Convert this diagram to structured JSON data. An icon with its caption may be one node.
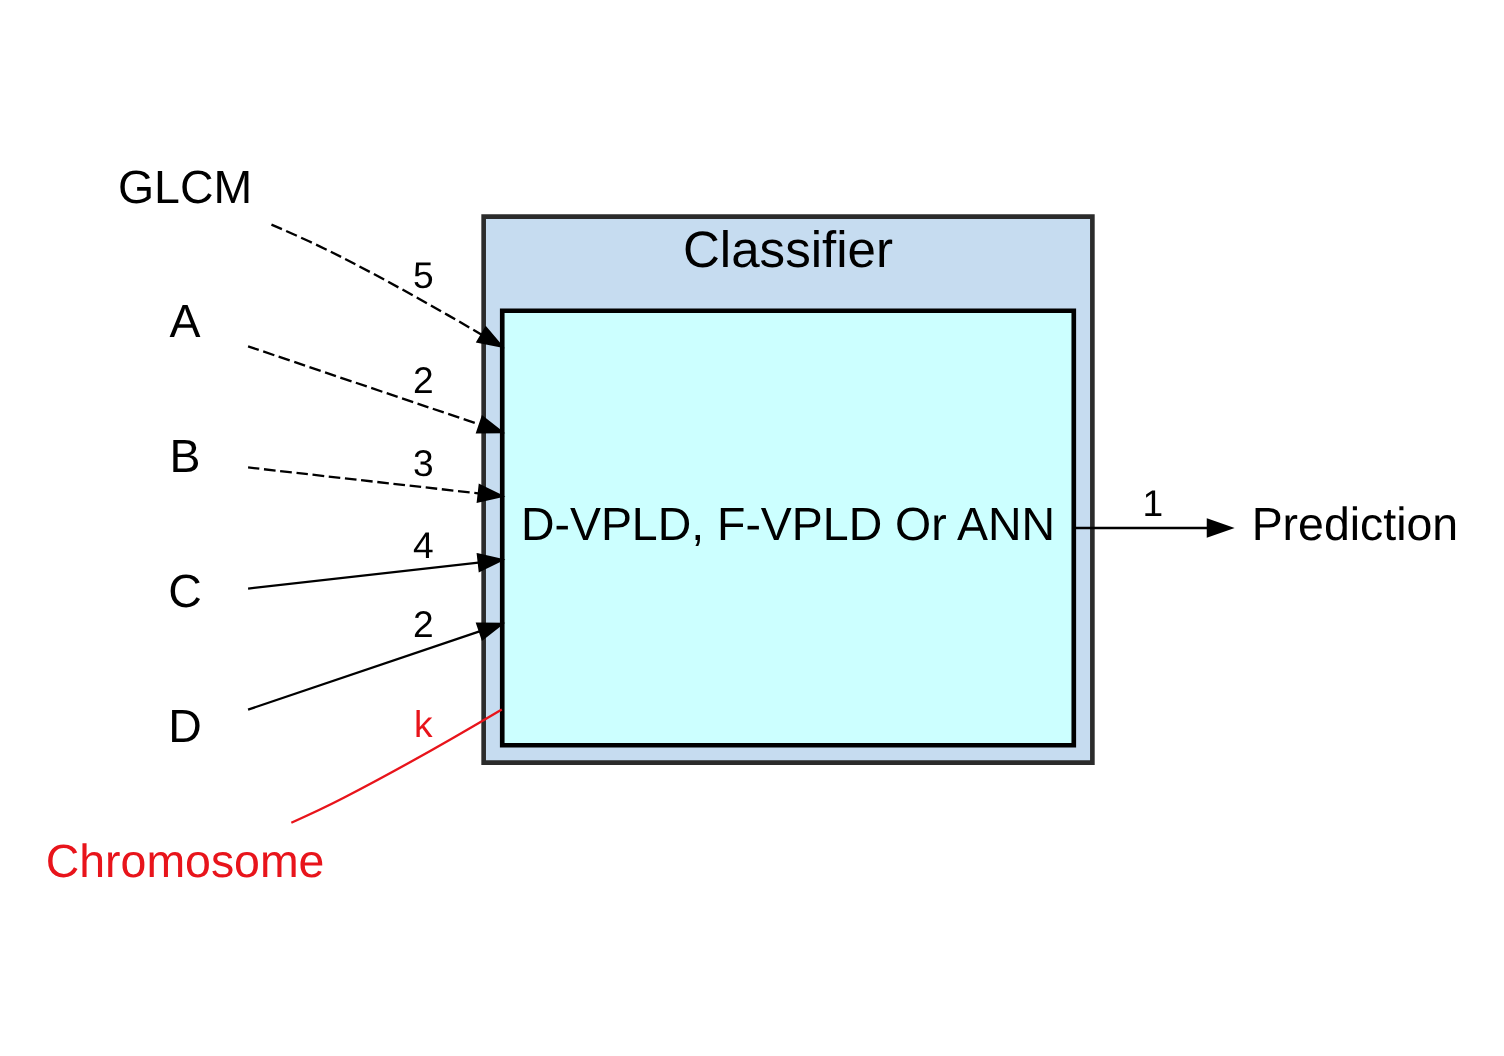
{
  "diagram": {
    "nodes": [
      {
        "text": [
          "Classifier"
        ]
      },
      {
        "text": [
          "D-VPLD, F-VPLD Or ANN"
        ],
        "in": 0
      },
      {
        "text": [
          "GLCM"
        ]
      },
      {
        "text": [
          "A"
        ]
      },
      {
        "text": [
          "B"
        ]
      },
      {
        "text": [
          "C"
        ]
      },
      {
        "text": [
          "D"
        ]
      },
      {
        "text": [
          "Prediction"
        ]
      },
      {
        "text": [
          "Chromosome"
        ]
      }
    ],
    "edges": [
      {
        "from": 2,
        "to": 1,
        "arrow": "to",
        "label": "5",
        "style": "dashed"
      },
      {
        "from": 3,
        "to": 1,
        "arrow": "to",
        "label": "2",
        "style": "dashed"
      },
      {
        "from": 4,
        "to": 1,
        "arrow": "to",
        "label": "3",
        "style": "dashed"
      },
      {
        "from": 5,
        "to": 1,
        "arrow": "to",
        "label": "4"
      },
      {
        "from": 6,
        "to": 1,
        "arrow": "to",
        "label": "2"
      },
      {
        "from": 1,
        "to": 7,
        "arrow": "to",
        "label": "1"
      },
      {
        "from": 8,
        "to": 1,
        "arrow": "none",
        "label": "k",
        "color": "#e8141b"
      }
    ]
  }
}
